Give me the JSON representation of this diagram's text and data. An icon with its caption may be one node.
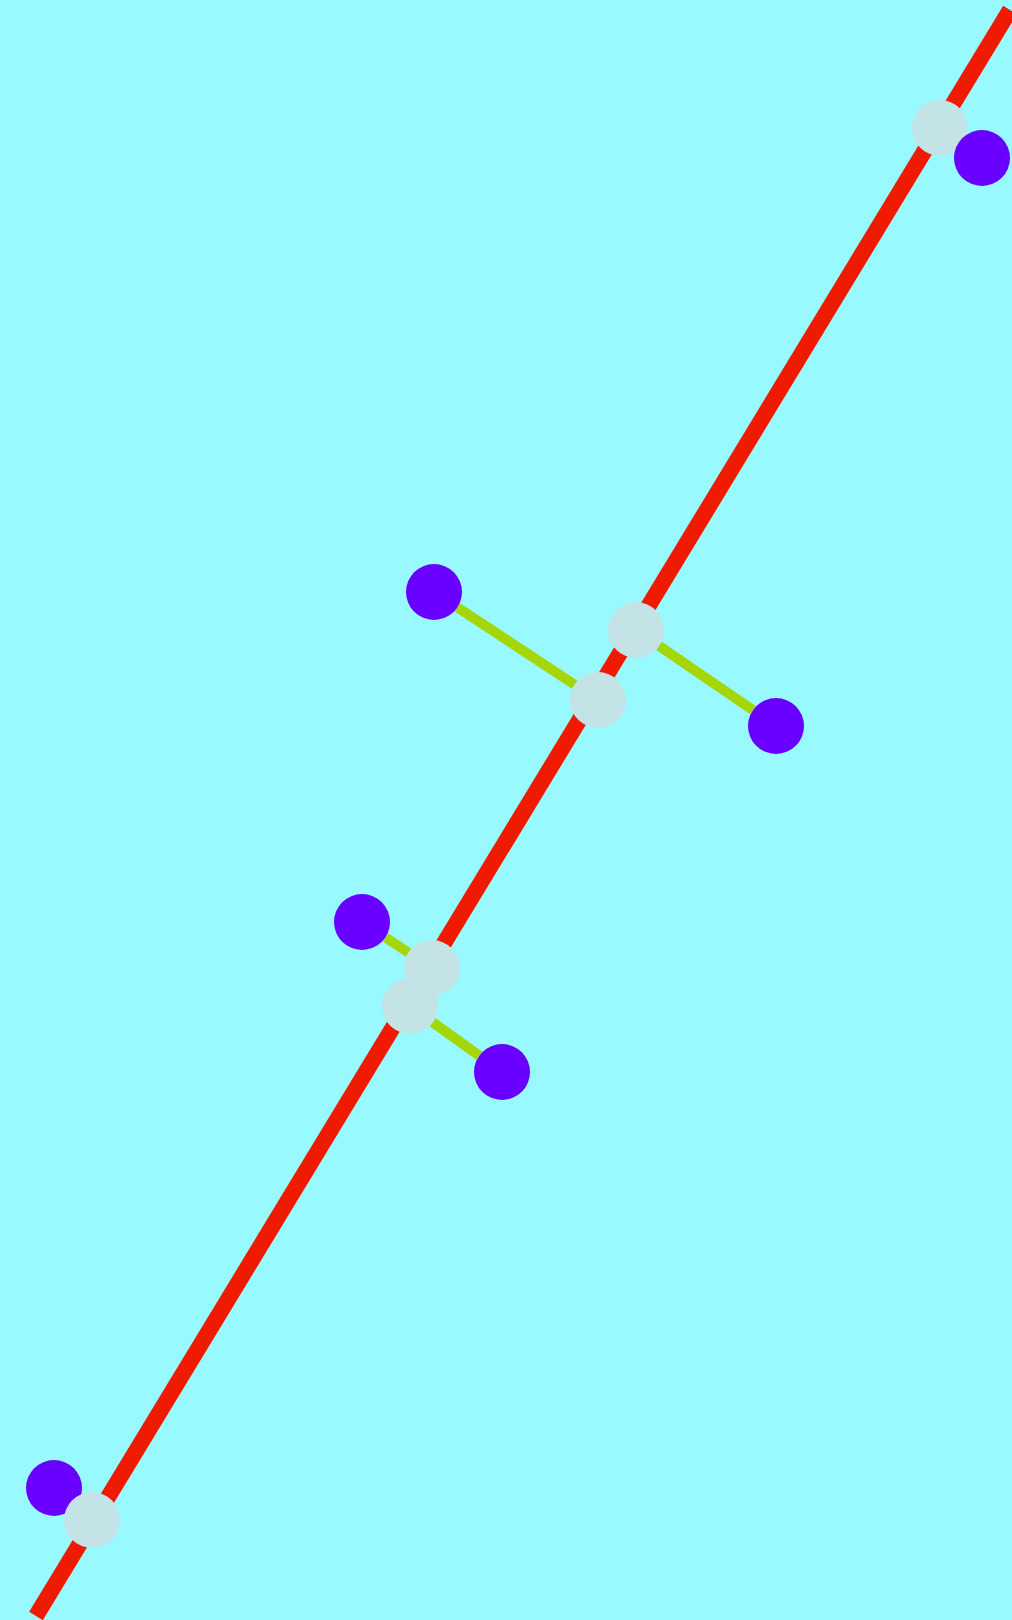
{
  "diagram": {
    "nodes": [
      {
        "text": [],
        "shape": "circle"
      },
      {
        "text": [],
        "shape": "circle"
      },
      {
        "text": [],
        "shape": "circle"
      },
      {
        "text": [],
        "shape": "circle"
      },
      {
        "text": [],
        "shape": "circle"
      },
      {
        "text": [],
        "shape": "circle"
      },
      {
        "text": [],
        "shape": "circle"
      },
      {
        "text": [],
        "shape": "circle"
      },
      {
        "text": [],
        "shape": "circle"
      },
      {
        "text": [],
        "shape": "circle"
      },
      {
        "text": [],
        "shape": "circle"
      },
      {
        "text": [],
        "shape": "circle"
      }
    ],
    "edges": [
      {
        "from": 2,
        "to": 4,
        "arrow": "none"
      },
      {
        "from": 3,
        "to": 5,
        "arrow": "none"
      },
      {
        "from": 6,
        "to": 7,
        "arrow": "none"
      },
      {
        "from": 8,
        "to": 9,
        "arrow": "none"
      }
    ]
  }
}
